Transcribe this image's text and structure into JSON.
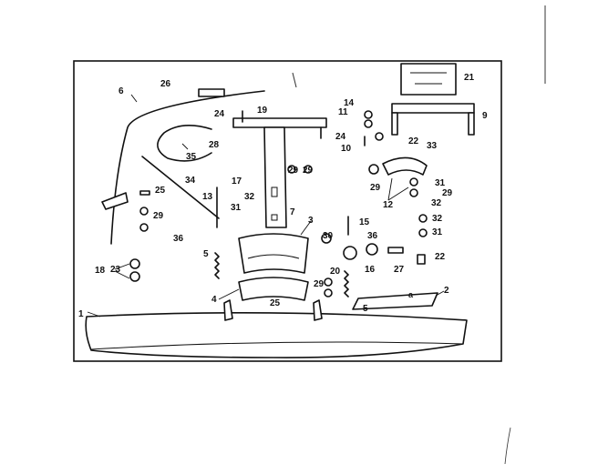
{
  "diagram": {
    "callouts": [
      "1",
      "2",
      "3",
      "4",
      "5",
      "5",
      "6",
      "7",
      "9",
      "10",
      "11",
      "12",
      "13",
      "14",
      "15",
      "16",
      "17",
      "18",
      "19",
      "20",
      "21",
      "22",
      "22",
      "23",
      "24",
      "24",
      "25",
      "25",
      "26",
      "27",
      "28",
      "29",
      "29",
      "29",
      "29",
      "29",
      "29",
      "30",
      "31",
      "31",
      "31",
      "32",
      "32",
      "32",
      "33",
      "34",
      "35",
      "36",
      "36",
      "a"
    ]
  },
  "colors": {
    "ink": "#111111",
    "paper": "#ffffff"
  }
}
